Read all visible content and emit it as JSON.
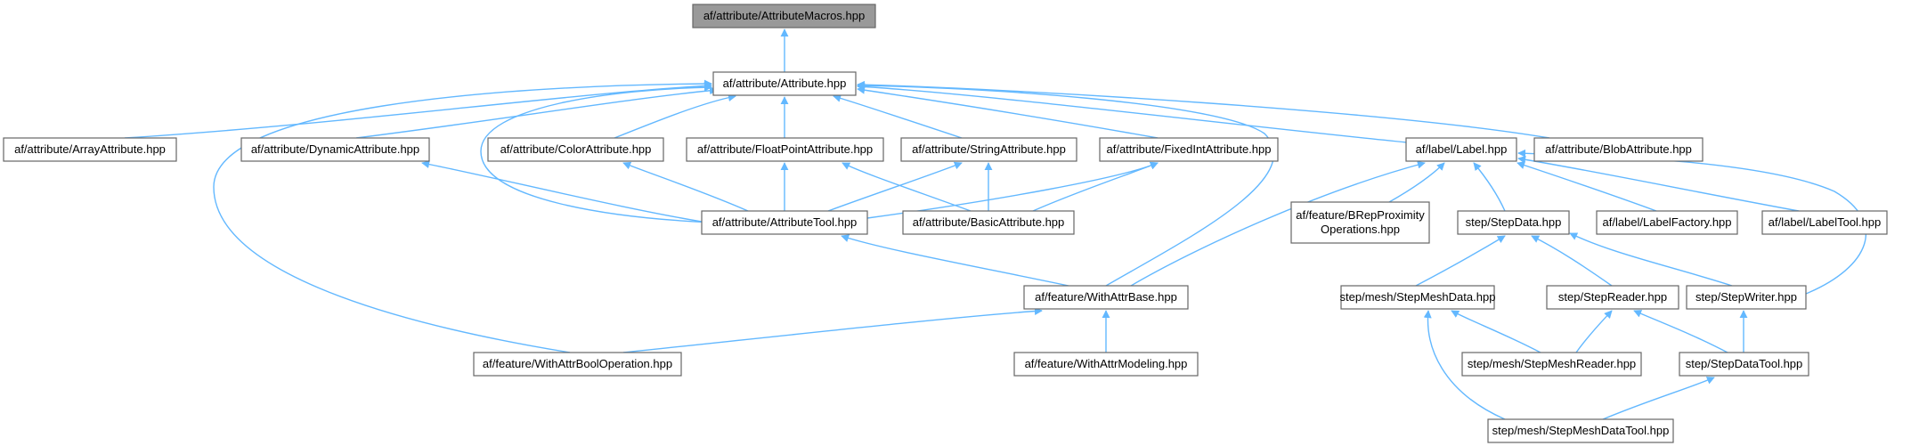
{
  "graph": {
    "edge_color": "#63b8ff",
    "root_fill": "#999999",
    "nodes": [
      {
        "id": "macros",
        "label": "af/attribute/AttributeMacros.hpp",
        "root": true
      },
      {
        "id": "attribute",
        "label": "af/attribute/Attribute.hpp"
      },
      {
        "id": "array",
        "label": "af/attribute/ArrayAttribute.hpp"
      },
      {
        "id": "dynamic",
        "label": "af/attribute/DynamicAttribute.hpp"
      },
      {
        "id": "color",
        "label": "af/attribute/ColorAttribute.hpp"
      },
      {
        "id": "floatpoint",
        "label": "af/attribute/FloatPointAttribute.hpp"
      },
      {
        "id": "string",
        "label": "af/attribute/StringAttribute.hpp"
      },
      {
        "id": "fixedint",
        "label": "af/attribute/FixedIntAttribute.hpp"
      },
      {
        "id": "label",
        "label": "af/label/Label.hpp"
      },
      {
        "id": "blob",
        "label": "af/attribute/BlobAttribute.hpp"
      },
      {
        "id": "attrtool",
        "label": "af/attribute/AttributeTool.hpp"
      },
      {
        "id": "basic",
        "label": "af/attribute/BasicAttribute.hpp"
      },
      {
        "id": "brep",
        "label": "af/feature/BRepProximity Operations.hpp",
        "lines": [
          "af/feature/BRepProximity",
          "Operations.hpp"
        ]
      },
      {
        "id": "stepdata",
        "label": "step/StepData.hpp"
      },
      {
        "id": "labelfactory",
        "label": "af/label/LabelFactory.hpp"
      },
      {
        "id": "labeltool",
        "label": "af/label/LabelTool.hpp"
      },
      {
        "id": "withattrbase",
        "label": "af/feature/WithAttrBase.hpp"
      },
      {
        "id": "stepmeshdata",
        "label": "step/mesh/StepMeshData.hpp"
      },
      {
        "id": "stepreader",
        "label": "step/StepReader.hpp"
      },
      {
        "id": "stepwriter",
        "label": "step/StepWriter.hpp"
      },
      {
        "id": "withattrbool",
        "label": "af/feature/WithAttrBoolOperation.hpp"
      },
      {
        "id": "withattrmodeling",
        "label": "af/feature/WithAttrModeling.hpp"
      },
      {
        "id": "stepmeshreader",
        "label": "step/mesh/StepMeshReader.hpp"
      },
      {
        "id": "stepdatatool",
        "label": "step/StepDataTool.hpp"
      },
      {
        "id": "stepmeshdatatool",
        "label": "step/mesh/StepMeshDataTool.hpp"
      }
    ],
    "edges": [
      [
        "attribute",
        "macros"
      ],
      [
        "array",
        "attribute"
      ],
      [
        "dynamic",
        "attribute"
      ],
      [
        "color",
        "attribute"
      ],
      [
        "floatpoint",
        "attribute"
      ],
      [
        "string",
        "attribute"
      ],
      [
        "fixedint",
        "attribute"
      ],
      [
        "label",
        "attribute"
      ],
      [
        "blob",
        "attribute"
      ],
      [
        "attrtool",
        "attribute"
      ],
      [
        "withattrbase",
        "attribute"
      ],
      [
        "withattrbool",
        "attribute"
      ],
      [
        "attrtool",
        "dynamic"
      ],
      [
        "attrtool",
        "color"
      ],
      [
        "attrtool",
        "floatpoint"
      ],
      [
        "basic",
        "floatpoint"
      ],
      [
        "attrtool",
        "string"
      ],
      [
        "basic",
        "string"
      ],
      [
        "attrtool",
        "fixedint"
      ],
      [
        "basic",
        "fixedint"
      ],
      [
        "withattrbase",
        "attrtool"
      ],
      [
        "withattrbase",
        "label"
      ],
      [
        "brep",
        "label"
      ],
      [
        "stepdata",
        "label"
      ],
      [
        "labelfactory",
        "label"
      ],
      [
        "labeltool",
        "label"
      ],
      [
        "stepwriter",
        "label"
      ],
      [
        "stepmeshdata",
        "stepdata"
      ],
      [
        "stepreader",
        "stepdata"
      ],
      [
        "stepwriter",
        "stepdata"
      ],
      [
        "withattrbool",
        "withattrbase"
      ],
      [
        "withattrmodeling",
        "withattrbase"
      ],
      [
        "stepmeshreader",
        "stepmeshdata"
      ],
      [
        "stepmeshdatatool",
        "stepmeshdata"
      ],
      [
        "stepmeshreader",
        "stepreader"
      ],
      [
        "stepdatatool",
        "stepreader"
      ],
      [
        "stepdatatool",
        "stepwriter"
      ],
      [
        "stepmeshdatatool",
        "stepdatatool"
      ]
    ]
  }
}
